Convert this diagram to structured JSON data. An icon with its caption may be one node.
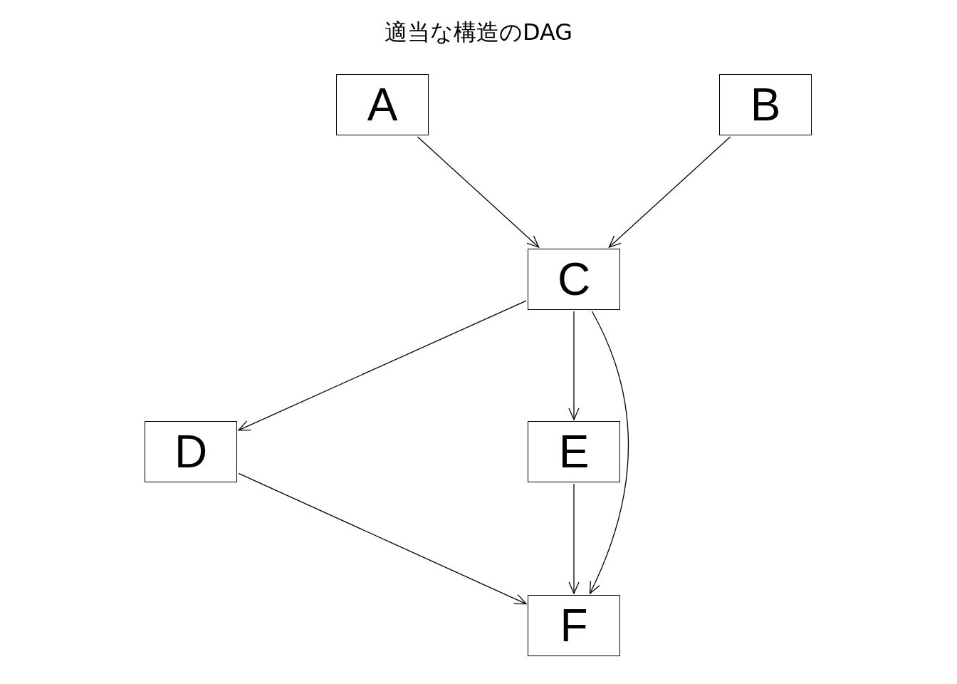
{
  "diagram": {
    "title": "適当な構造のDAG",
    "nodes": [
      {
        "text": [
          "A"
        ]
      },
      {
        "text": [
          "B"
        ]
      },
      {
        "text": [
          "C"
        ]
      },
      {
        "text": [
          "D"
        ]
      },
      {
        "text": [
          "E"
        ]
      },
      {
        "text": [
          "F"
        ]
      }
    ],
    "edges": [
      {
        "from": 0,
        "to": 2,
        "arrow": "to"
      },
      {
        "from": 1,
        "to": 2,
        "arrow": "to"
      },
      {
        "from": 2,
        "to": 3,
        "arrow": "to"
      },
      {
        "from": 2,
        "to": 4,
        "arrow": "to"
      },
      {
        "from": 2,
        "to": 5,
        "arrow": "to"
      },
      {
        "from": 3,
        "to": 5,
        "arrow": "to"
      },
      {
        "from": 4,
        "to": 5,
        "arrow": "to"
      }
    ]
  }
}
